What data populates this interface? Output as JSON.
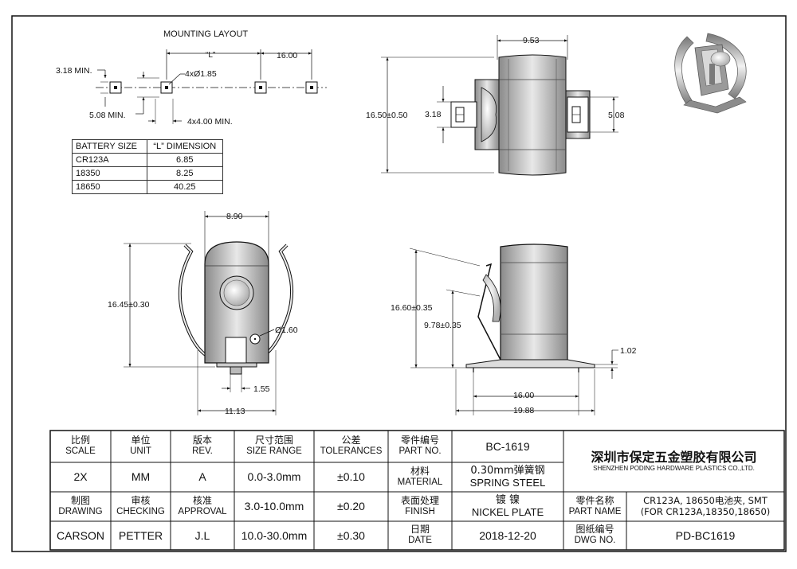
{
  "mounting": {
    "title": "MOUNTING LAYOUT",
    "dim_318_min": "3.18 MIN.",
    "dim_508_min": "5.08 MIN.",
    "dim_L": "“L”",
    "dim_16": "16.00",
    "hole_dia": "4xØ1.85",
    "pad_size": "4x4.00 MIN."
  },
  "battery_table": {
    "headers": [
      "BATTERY SIZE",
      "“L” DIMENSION"
    ],
    "rows": [
      [
        "CR123A",
        "6.85"
      ],
      [
        "18350",
        "8.25"
      ],
      [
        "18650",
        "40.25"
      ]
    ]
  },
  "top_view": {
    "width": "9.53",
    "height": "16.50±0.50",
    "left_tab": "3.18",
    "right_tab": "5.08"
  },
  "front_view": {
    "width_top": "8.90",
    "height": "16.45±0.30",
    "hole": "Ø1.60",
    "pin": "1.55",
    "width_base": "11.13"
  },
  "side_view": {
    "height": "16.60±0.35",
    "inner": "9.78±0.35",
    "base": "1.02",
    "span": "16.00",
    "overall": "19.88"
  },
  "title_block": {
    "scale_cn": "比例",
    "scale_en": "SCALE",
    "scale_val": "2X",
    "unit_cn": "单位",
    "unit_en": "UNIT",
    "unit_val": "MM",
    "rev_cn": "版本",
    "rev_en": "REV.",
    "rev_val": "A",
    "size_cn": "尺寸范围",
    "size_en": "SIZE RANGE",
    "tol_cn": "公差",
    "tol_en": "TOLERANCES",
    "ranges": [
      "0.0-3.0mm",
      "3.0-10.0mm",
      "10.0-30.0mm"
    ],
    "tols": [
      "±0.10",
      "±0.20",
      "±0.30"
    ],
    "partno_cn": "零件编号",
    "partno_en": "PART NO.",
    "partno_val": "BC-1619",
    "material_cn": "材料",
    "material_en": "MATERIAL",
    "material_val_cn": "0.30mm弹簧钢",
    "material_val_en": "SPRING STEEL",
    "drawing_cn": "制图",
    "drawing_en": "DRAWING",
    "drawing_val": "CARSON",
    "checking_cn": "审核",
    "checking_en": "CHECKING",
    "checking_val": "PETTER",
    "approval_cn": "核准",
    "approval_en": "APPROVAL",
    "approval_val": "J.L",
    "finish_cn": "表面处理",
    "finish_en": "FINISH",
    "finish_val_cn": "镀  镍",
    "finish_val_en": "NICKEL PLATE",
    "date_cn": "日期",
    "date_en": "DATE",
    "date_val": "2018-12-20",
    "company_cn": "深圳市保定五金塑胶有限公司",
    "company_en": "SHENZHEN PODING HARDWARE PLASTICS CO.,LTD.",
    "partname_cn": "零件名称",
    "partname_en": "PART NAME",
    "partname_val1": "CR123A, 18650电池夹, SMT",
    "partname_val2": "(FOR CR123A,18350,18650)",
    "dwg_cn": "图纸编号",
    "dwg_en": "DWG NO.",
    "dwg_val": "PD-BC1619"
  }
}
